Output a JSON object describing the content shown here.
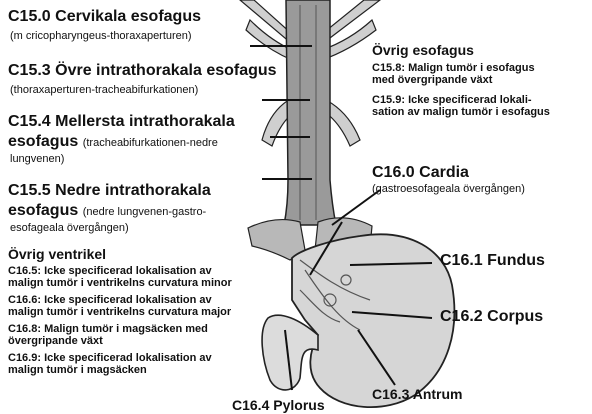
{
  "regions": {
    "c150": {
      "code": "C15.0 Cervikala esofagus",
      "desc": "(m cricopharyngeus-thoraxaperturen)"
    },
    "c153": {
      "code": "C15.3 Övre intrathorakala esofagus",
      "desc": "(thoraxaperturen-tracheabifurkationen)"
    },
    "c154": {
      "code_line1": "C15.4 Mellersta intrathorakala",
      "code_line2": "esofagus",
      "desc_inline": "(tracheabifurkationen-nedre",
      "desc_line2": "lungvenen)"
    },
    "c155": {
      "code_line1": "C15.5 Nedre intrathorakala",
      "code_line2": "esofagus",
      "desc_inline": "(nedre lungvenen-gastro-",
      "desc_line2": "esofageala övergången)"
    },
    "ovrig_esofagus": {
      "heading": "Övrig esofagus",
      "lines": [
        "C15.8: Malign tumör i esofagus",
        "med övergripande växt",
        "C15.9: Icke specificerad lokali-",
        "sation av malign tumör i esofagus"
      ]
    },
    "c160": {
      "code": "C16.0 Cardia",
      "desc": "(gastroesofageala övergången)"
    },
    "ovrig_ventrikel": {
      "heading": "Övrig ventrikel",
      "lines": [
        "C16.5: Icke specificerad lokalisation av",
        "malign tumör i ventrikelns curvatura minor",
        "C16.6: Icke specificerad lokalisation av",
        "malign tumör i ventrikelns curvatura major",
        "C16.8: Malign tumör i magsäcken med",
        "övergripande växt",
        "C16.9: Icke specificerad lokalisation av",
        "malign tumör i magsäcken"
      ]
    },
    "c161": {
      "code": "C16.1 Fundus"
    },
    "c162": {
      "code": "C16.2 Corpus"
    },
    "c163": {
      "code": "C16.3 Antrum"
    },
    "c164": {
      "code": "C16.4 Pylorus"
    }
  }
}
